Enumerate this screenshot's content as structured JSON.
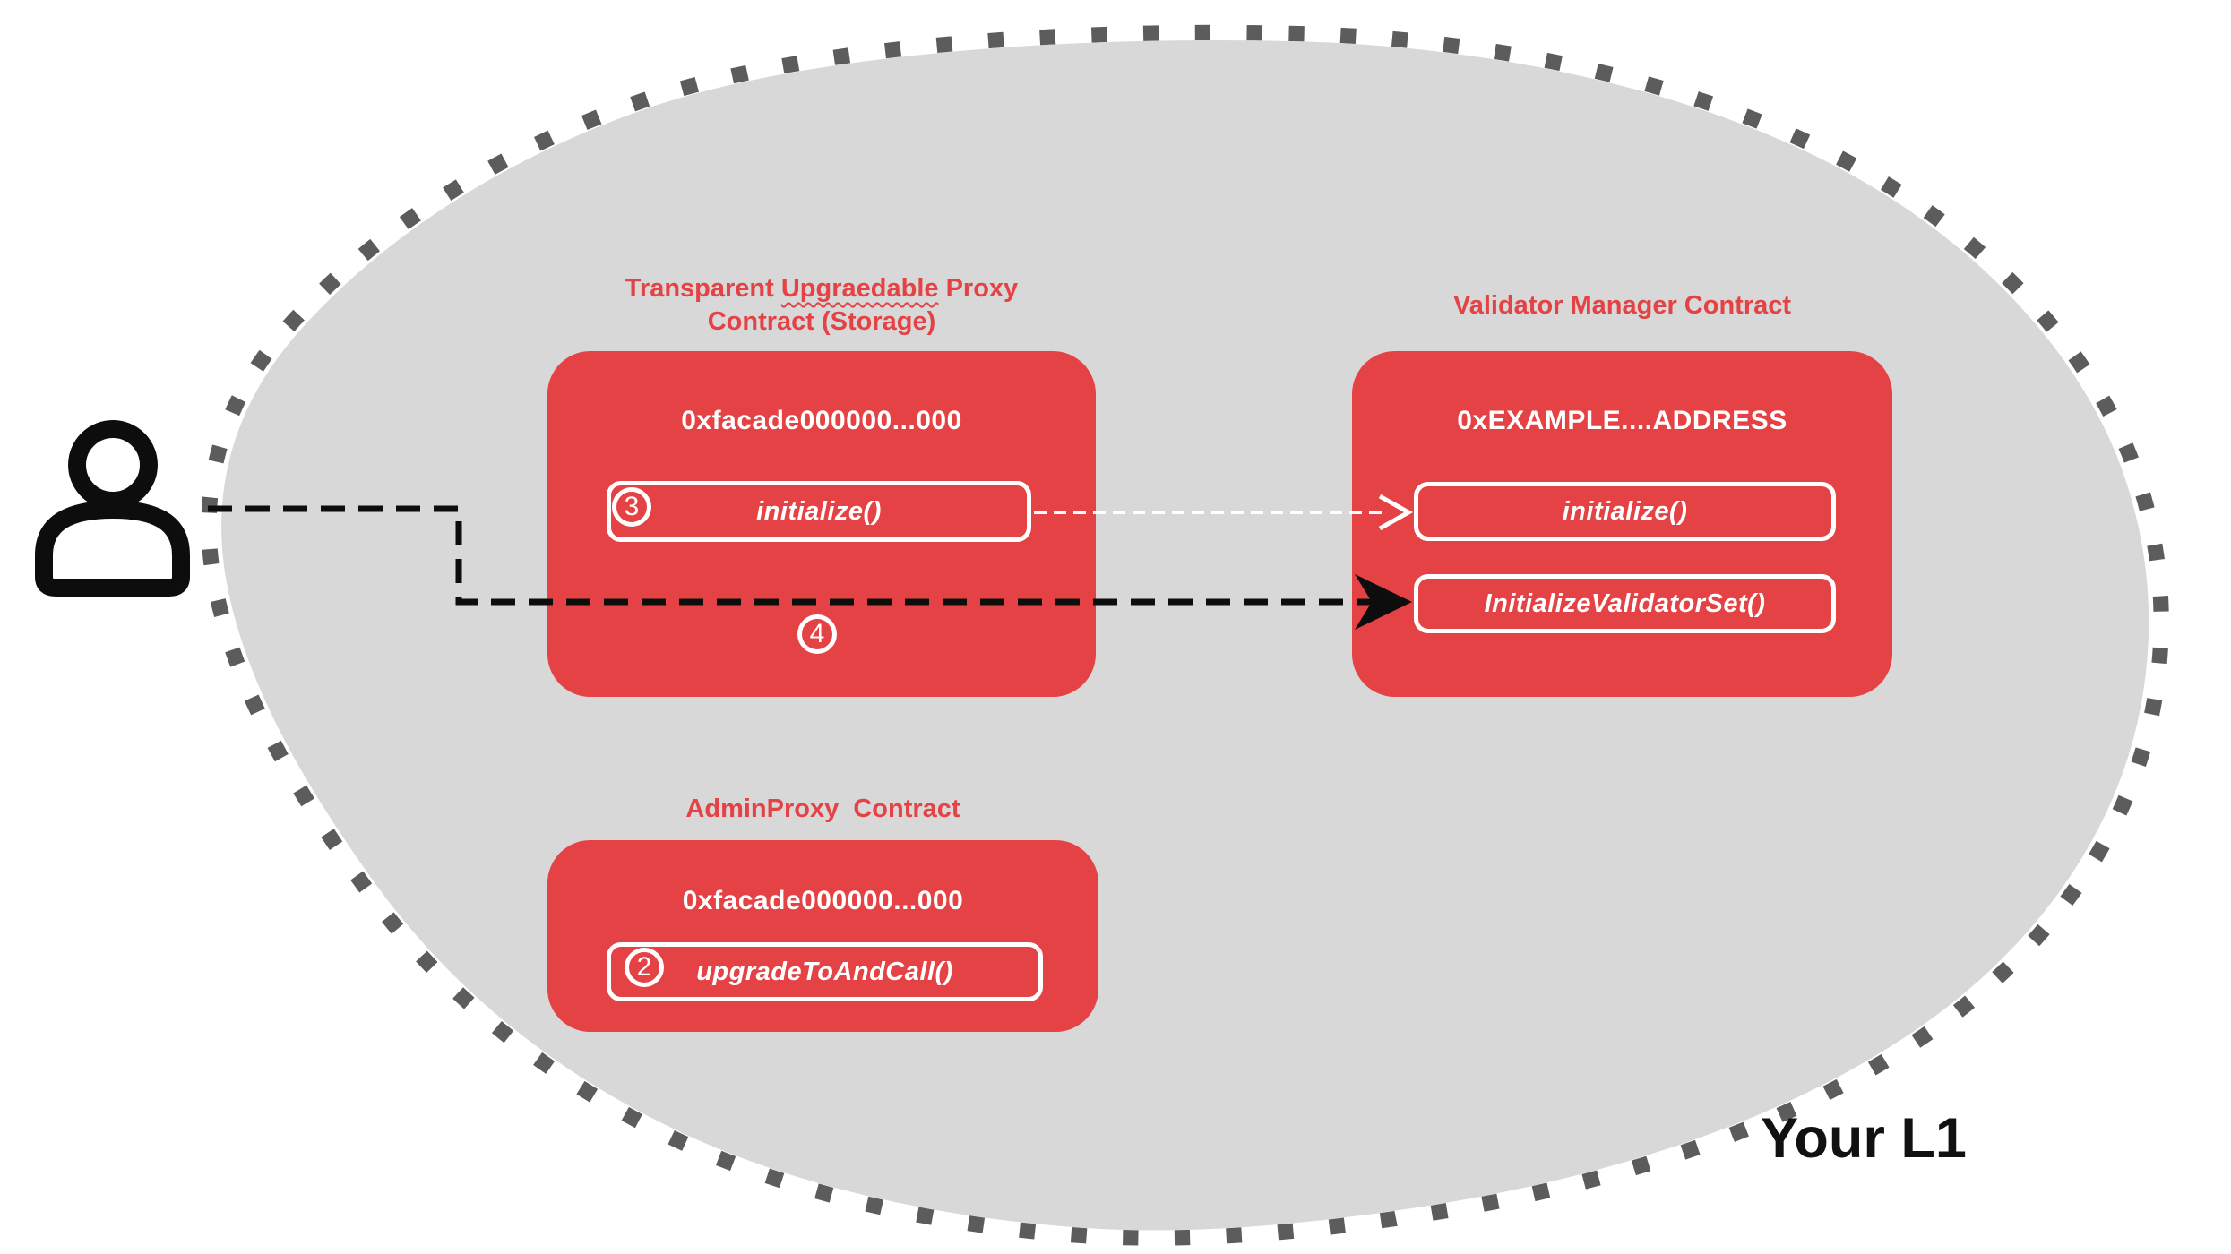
{
  "colors": {
    "red": "#E44244",
    "blob": "#D8D8D8",
    "dot": "#5C5C5C",
    "ink": "#0D0D0D",
    "white": "#FFFFFF"
  },
  "diagram": {
    "region_label": "Your L1"
  },
  "contracts": {
    "proxy": {
      "title_pre": "Transparent ",
      "title_wavy": "Upgraedable",
      "title_post": " Proxy",
      "title_line2": "Contract (Storage)",
      "address": "0xfacade000000...000",
      "method_step": "3",
      "method_label": "initialize()",
      "footer_step": "4"
    },
    "validator": {
      "title": "Validator Manager Contract",
      "address": "0xEXAMPLE....ADDRESS",
      "methods": [
        {
          "label": "initialize()"
        },
        {
          "label": "InitializeValidatorSet()"
        }
      ]
    },
    "admin": {
      "title": "AdminProxy  Contract",
      "address": "0xfacade000000...000",
      "method_step": "2",
      "method_label": "upgradeToAndCall()"
    }
  }
}
